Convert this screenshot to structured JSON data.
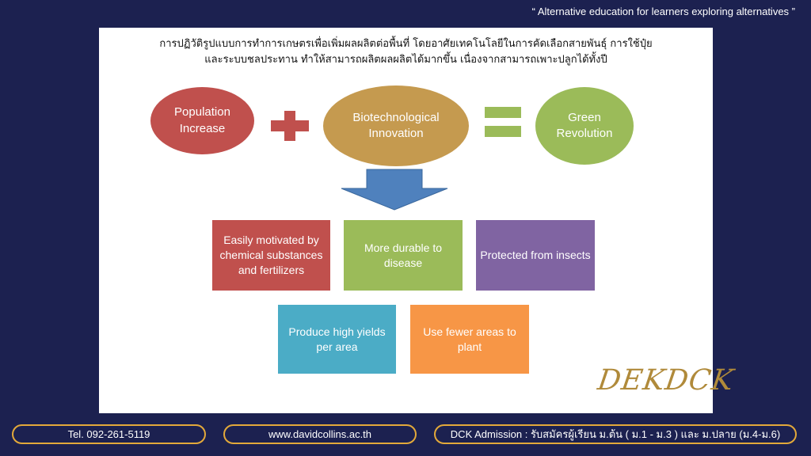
{
  "quote": "“ Alternative education for learners exploring alternatives ”",
  "slide": {
    "title_line1": "การปฏิวัติรูปแบบการทำการเกษตรเพื่อเพิ่มผลผลิตต่อพื้นที่ โดยอาศัยเทคโนโลยีในการคัดเลือกสายพันธุ์ การใช้ปุ๋ย",
    "title_line2": "และระบบชลประทาน ทำให้สามารถผลิตผลผลิตได้มากขึ้น เนื่องจากสามารถเพาะปลูกได้ทั้งปี",
    "population": "Population Increase",
    "biotech": "Biotechnological Innovation",
    "green": "Green Revolution",
    "boxes": [
      "Easily motivated by chemical substances and fertilizers",
      "More durable to disease",
      "Protected from insects",
      "Produce high yields per area",
      "Use fewer areas to plant"
    ],
    "logo": "DEKDCK"
  },
  "footer": {
    "tel": "Tel. 092-261-5119",
    "web": "www.davidcollins.ac.th",
    "admission": "DCK Admission : รับสมัครผู้เรียน ม.ต้น ( ม.1 - ม.3 ) และ ม.ปลาย (ม.4-ม.6)"
  },
  "colors": {
    "red": "#c0504d",
    "gold": "#c59a4f",
    "green": "#9bbb59",
    "blue": "#4f81bd",
    "purple": "#8064a2",
    "teal": "#4bacc6",
    "orange": "#f79646",
    "navy": "#1c2150",
    "accent": "#e3a93a"
  }
}
